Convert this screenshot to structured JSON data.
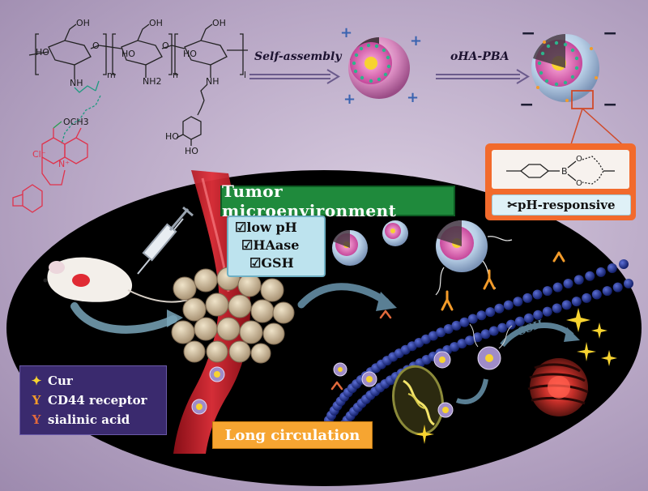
{
  "chemistry": {
    "repeat_unit_labels": [
      "m",
      "n",
      "l"
    ],
    "ho_label": "HO",
    "oh_label": "OH",
    "nh_label": "NH",
    "nh2_label": "NH2",
    "o_label": "O",
    "och3_label": "OCH3",
    "cl_label": "Cl⁻",
    "n_plus_label": "N⁺"
  },
  "arrows": {
    "self_assembly": "Self-assembly",
    "oha_pba": "oHA-PBA",
    "gsh": "GSH"
  },
  "charges": {
    "positive": "+",
    "negative": "−"
  },
  "panels": {
    "tumor_title": "Tumor microenvironment",
    "conditions": [
      "☑low pH",
      "☑HAase",
      "☑GSH"
    ],
    "boronate_atoms": {
      "b": "B",
      "o1": "O",
      "o2": "O"
    },
    "ph_responsive": "✂pH-responsive",
    "long_circulation": "Long circulation"
  },
  "legend": [
    {
      "icon": "cur-star-icon",
      "label": "Cur",
      "color": "#f7d330"
    },
    {
      "icon": "cd44-receptor-icon",
      "label": "CD44 receptor",
      "color": "#f39b2a"
    },
    {
      "icon": "sialic-acid-icon",
      "label": "sialinic acid",
      "color": "#e26a3c"
    }
  ],
  "colors": {
    "background": "#c6b7d2",
    "tumor_ellipse": "#000000",
    "tumor_box": "#1f8a3c",
    "orange_panel": "#f26a2c",
    "legend_box": "#3a2a6e",
    "long_box": "#f6a531",
    "vessel": "#c61d2a",
    "cell_chain": "#1e2a80"
  }
}
